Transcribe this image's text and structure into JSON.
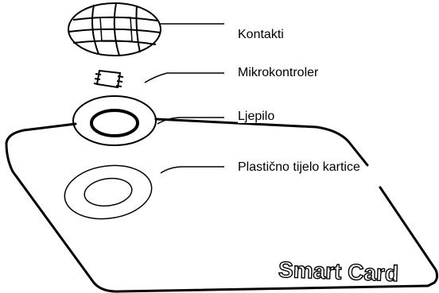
{
  "labels": {
    "contacts": "Kontakti",
    "microcontroller": "Mikrokontroler",
    "glue": "Ljepilo",
    "card_body": "Plastično tijelo kartice"
  },
  "card": {
    "text": "Smart Card"
  },
  "colors": {
    "line": "#000000",
    "background": "#ffffff"
  }
}
